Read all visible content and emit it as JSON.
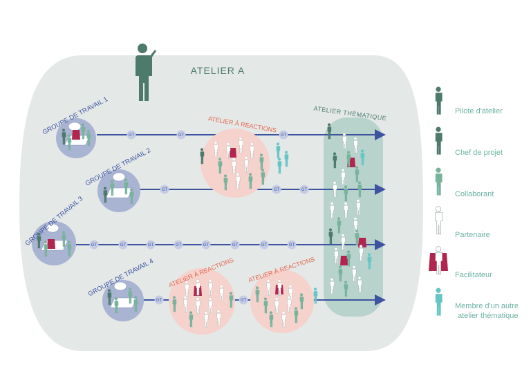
{
  "title": "ATELIER A",
  "groups": [
    {
      "label": "GROUPE DE TRAVAIL 1"
    },
    {
      "label": "GROUPE DE TRAVAIL 2"
    },
    {
      "label": "GROUPE DE TRAVAIL 3"
    },
    {
      "label": "GROUPE DE TRAVAIL 4"
    }
  ],
  "gt_tag": "GT",
  "reactions": [
    {
      "label": "ATELIER À REACTIONS"
    },
    {
      "label": "ATELIER À REACTIONS"
    },
    {
      "label": "ATELIER À REACTIONS"
    }
  ],
  "thematique": "ATELIER THÉMATIQUE",
  "legend": [
    {
      "label": "Pilote d'atelier",
      "icon": "pilot-icon"
    },
    {
      "label": "Chef de projet",
      "icon": "project-lead-icon"
    },
    {
      "label": "Collaborant",
      "icon": "collaborator-icon"
    },
    {
      "label": "Partenaire",
      "icon": "partner-icon"
    },
    {
      "label": "Facilitateur",
      "icon": "facilitator-icon"
    },
    {
      "label": "Membre d'un autre",
      "label2": "atelier thématique",
      "icon": "other-member-icon"
    }
  ],
  "colors": {
    "ellipse": "#e4e8e7",
    "arrow": "#3d53a0",
    "group_circle": "#a9b3d2",
    "reaction_circle": "#f6d2cc",
    "thematic": "#b7d3cc",
    "pilot": "#4e7a6c",
    "collab": "#78b39c",
    "facilitator": "#b1254e",
    "other": "#66c5c5",
    "group_text": "#3d53a0",
    "reaction_text": "#e2674e"
  }
}
